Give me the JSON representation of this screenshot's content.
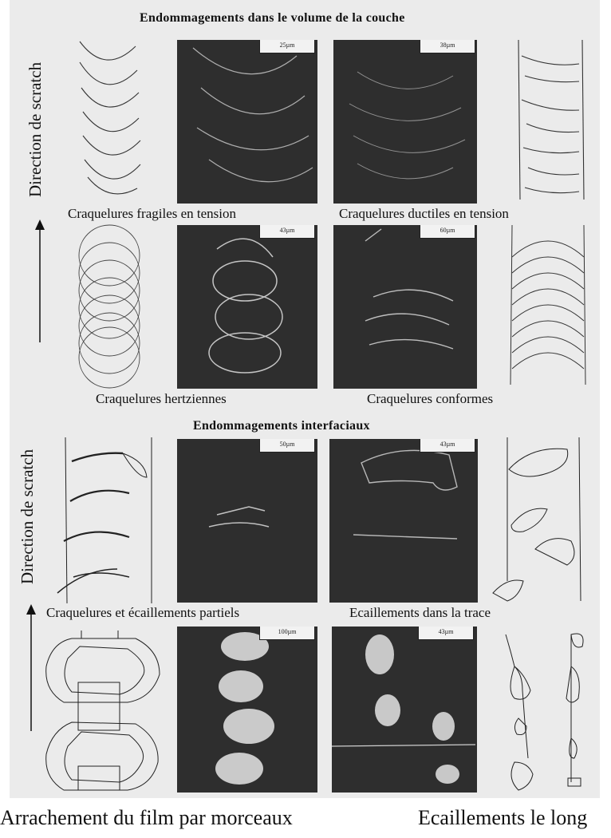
{
  "headings": {
    "bulk": "Endommagements dans le volume de la couche",
    "interface": "Endommagements interfaciaux"
  },
  "axis_labels": {
    "top": "Direction de scratch",
    "bottom": "Direction de scratch"
  },
  "scale_bars": [
    "25µm",
    "38µm",
    "43µm",
    "60µm",
    "50µm",
    "43µm",
    "100µm",
    "43µm"
  ],
  "captions": {
    "row1_left": "Craquelures fragiles en  tension",
    "row1_right": "Craquelures ductiles  en  tension",
    "row2_left": "Craquelures  hertziennes",
    "row2_right": "Craquelures conformes",
    "row3_left": "Craquelures et écaillements partiels",
    "row3_right": "Ecaillements dans la trace",
    "row4_left": "Arrachement du film par morceaux",
    "row4_right": "Ecaillements le long"
  },
  "icons": {
    "arrow": "up-arrow-icon"
  }
}
